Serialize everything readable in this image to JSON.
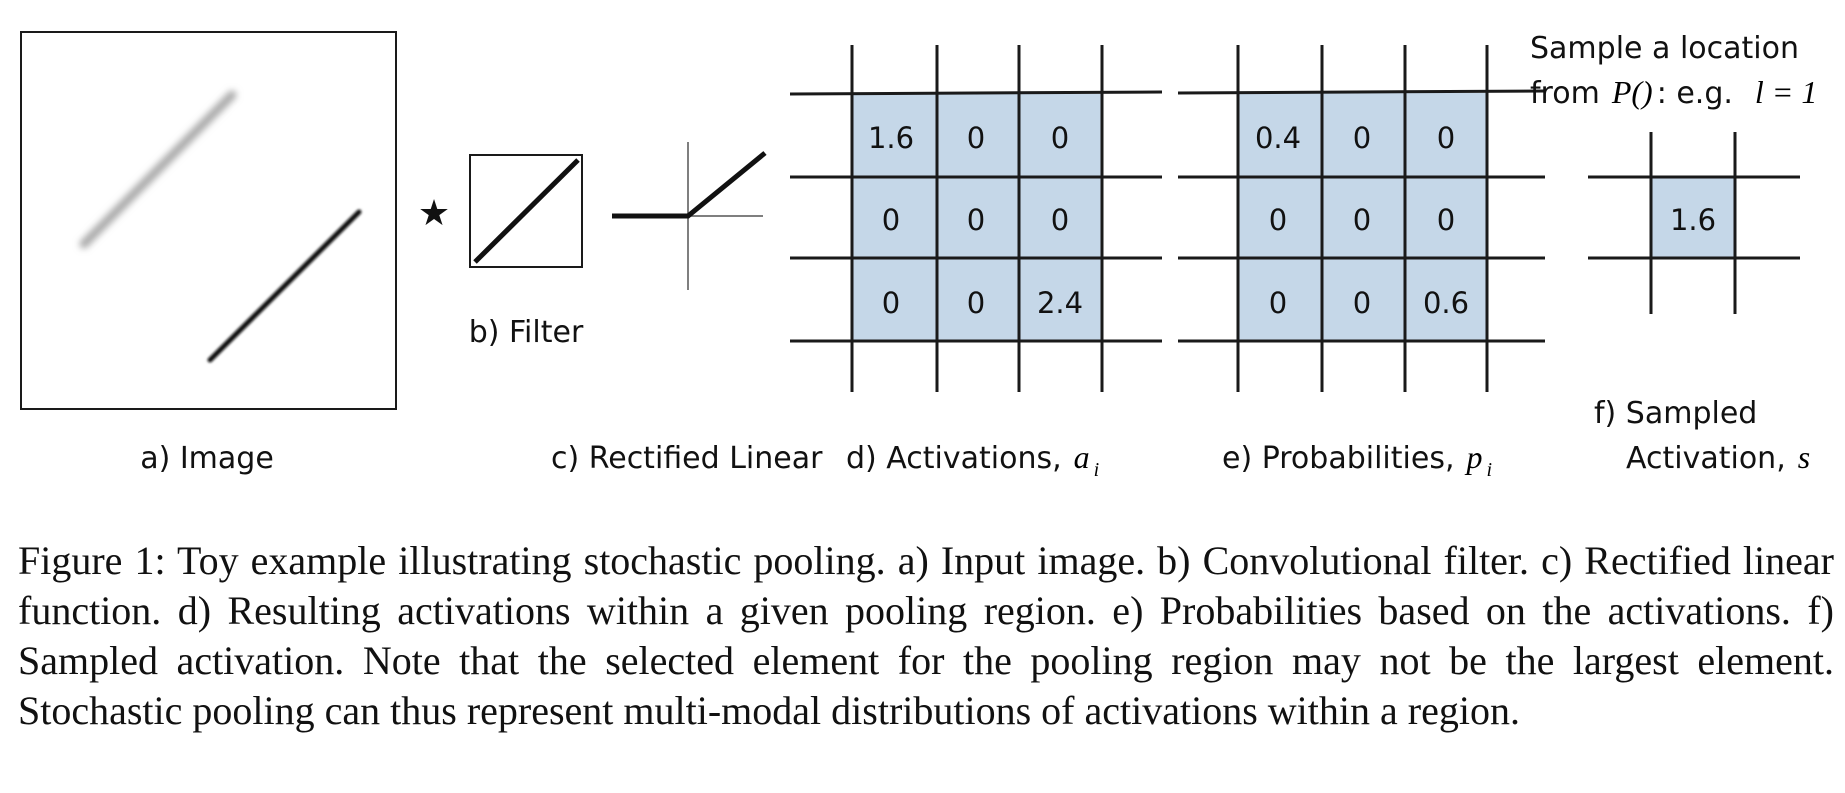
{
  "labels": {
    "image": "a) Image",
    "filter": "b) Filter",
    "relu": "c) Rectified Linear",
    "activations": "d) Activations,",
    "activations_sym": "a",
    "activations_sub": "i",
    "probabilities": "e) Probabilities,",
    "probabilities_sym": "p",
    "probabilities_sub": "i",
    "sampled_line1": "f) Sampled",
    "sampled_line2": "Activation,",
    "sampled_sym": "s",
    "sample_note_line1": "Sample a location",
    "sample_note_from": "from",
    "sample_note_P": "P()",
    "sample_note_eg": ": e.g.",
    "sample_note_l": "l",
    "sample_note_eq": "= 1",
    "conv_symbol": "★"
  },
  "activations_grid": [
    [
      "1.6",
      "0",
      "0"
    ],
    [
      "0",
      "0",
      "0"
    ],
    [
      "0",
      "0",
      "2.4"
    ]
  ],
  "probabilities_grid": [
    [
      "0.4",
      "0",
      "0"
    ],
    [
      "0",
      "0",
      "0"
    ],
    [
      "0",
      "0",
      "0.6"
    ]
  ],
  "sampled_value": "1.6",
  "colors": {
    "cell_fill": "#c5d7e8",
    "line": "#1a1a1a"
  },
  "caption": "Figure 1: Toy example illustrating stochastic pooling. a) Input image. b) Convolutional filter. c) Rectified linear function. d) Resulting activations within a given pooling region. e) Probabilities based on the activations. f) Sampled activation. Note that the selected element for the pooling region may not be the largest element. Stochastic pooling can thus represent multi-modal distributions of activations within a region."
}
